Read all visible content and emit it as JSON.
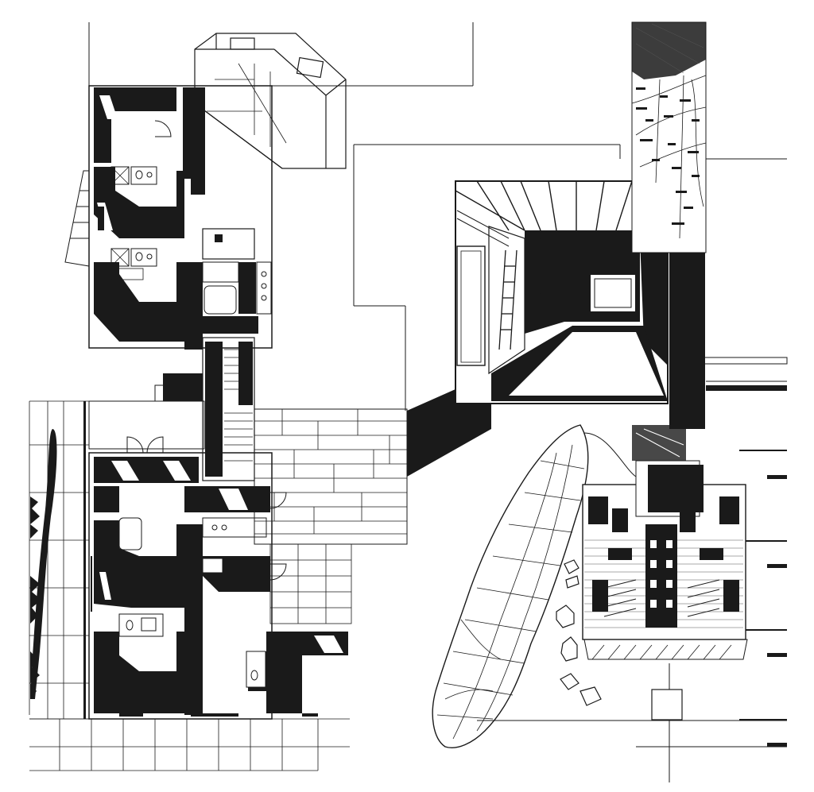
{
  "sheet": {
    "paper_color": "#ffffff",
    "ink_color": "#1a1a1a",
    "panels": [
      "lower-floor-plan",
      "upper-floor-plan",
      "axonometric-unit",
      "interior-perspective",
      "manhattan-map",
      "street-map",
      "facade-elevation"
    ]
  },
  "icons": {
    "door": "door-icon",
    "stair": "stair-icon",
    "toilet": "toilet-icon",
    "bathtub": "bathtub-icon",
    "stove": "stove-icon",
    "ladder": "ladder-icon",
    "tree": "tree-icon"
  }
}
